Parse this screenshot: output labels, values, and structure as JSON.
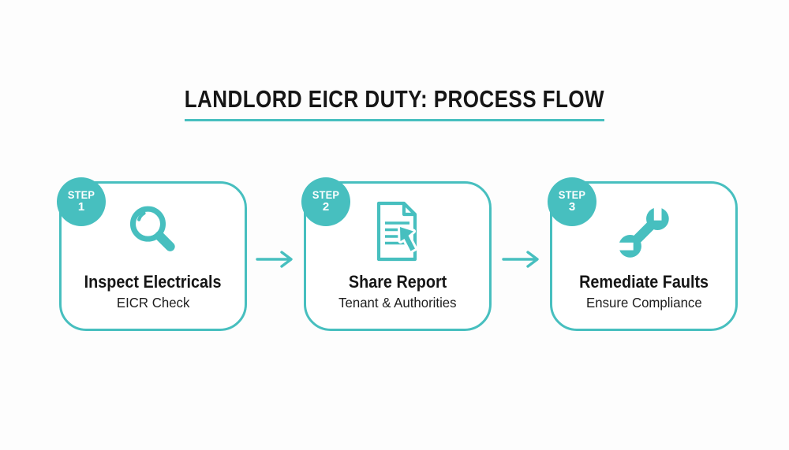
{
  "title": "LANDLORD EICR DUTY: PROCESS FLOW",
  "colors": {
    "accent": "#47bfbf",
    "text": "#161616",
    "background": "#fdfdfd"
  },
  "steps": [
    {
      "badge_label": "STEP",
      "badge_number": "1",
      "icon": "magnifying-glass-icon",
      "title": "Inspect Electricals",
      "subtitle": "EICR Check"
    },
    {
      "badge_label": "STEP",
      "badge_number": "2",
      "icon": "report-share-icon",
      "title": "Share Report",
      "subtitle": "Tenant & Authorities"
    },
    {
      "badge_label": "STEP",
      "badge_number": "3",
      "icon": "wrench-icon",
      "title": "Remediate Faults",
      "subtitle": "Ensure Compliance"
    }
  ],
  "arrows": [
    {
      "icon": "arrow-right-icon"
    },
    {
      "icon": "arrow-right-icon"
    }
  ]
}
